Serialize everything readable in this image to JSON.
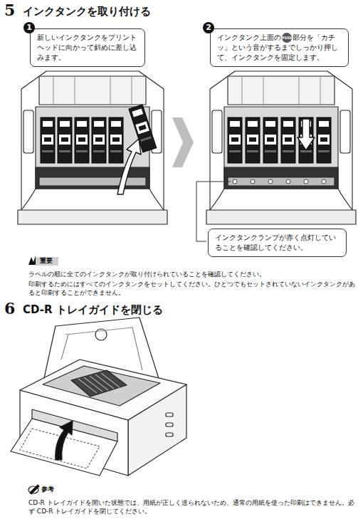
{
  "diagram": {
    "nodes": [
      {
        "text": [
          "新しいインクタンクをプリントヘッドに向かって斜めに差し込みます。"
        ]
      },
      {
        "text": [
          "インクタンク上面の",
          "部分を「カチッ」という音がするまでしっかり押して、インクタンクを固定します。"
        ]
      },
      {
        "text": [
          "インクタンクランプが赤く点灯していることを確認してください。"
        ]
      }
    ],
    "labels": [
      "5",
      "インクタンクを取り付ける",
      "1",
      "2",
      "PUSH",
      "重要",
      "ラベルの順に全てのインクタンクが取り付けられていることを確認してください。",
      "印刷するためにはすべてのインクタンクをセットしてください。ひとつでもセットされていないインクタンクがあると印刷することができません。",
      "6",
      "CD-R トレイガイドを閉じる",
      "参考",
      "CD-R トレイガイドを開いた状態では、用紙が正しく送られないため、通常の用紙を使った印刷はできません。必ず CD-R トレイガイドを閉じてください。"
    ]
  }
}
